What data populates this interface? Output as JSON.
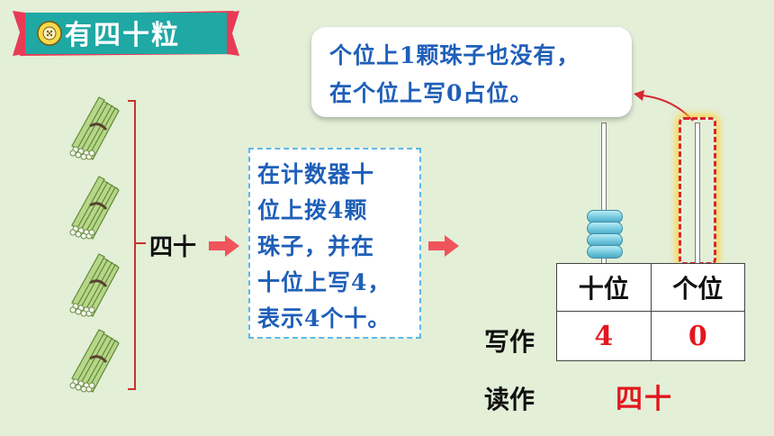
{
  "title": "有四十粒",
  "bundle_label": "四十",
  "explanation": [
    "在计数器十",
    "位上拨4颗",
    "珠子，并在",
    "十位上写4，",
    "表示4个十。"
  ],
  "bubble": [
    "个位上1颗珠子也没有，",
    "在个位上写0占位。"
  ],
  "table": {
    "headers": [
      "十位",
      "个位"
    ],
    "values": [
      "4",
      "0"
    ]
  },
  "write_label": "写作",
  "read_label": "读作",
  "read_value": "四十",
  "colors": {
    "title_banner": "#1fa8a4",
    "text_blue": "#1f5fb8",
    "accent_red": "#e3161d",
    "arrow": "#f0545a",
    "bead": "#6fc6dc"
  },
  "icons": [
    "flower-icon",
    "stick-bundle-icon",
    "right-arrow-icon"
  ]
}
